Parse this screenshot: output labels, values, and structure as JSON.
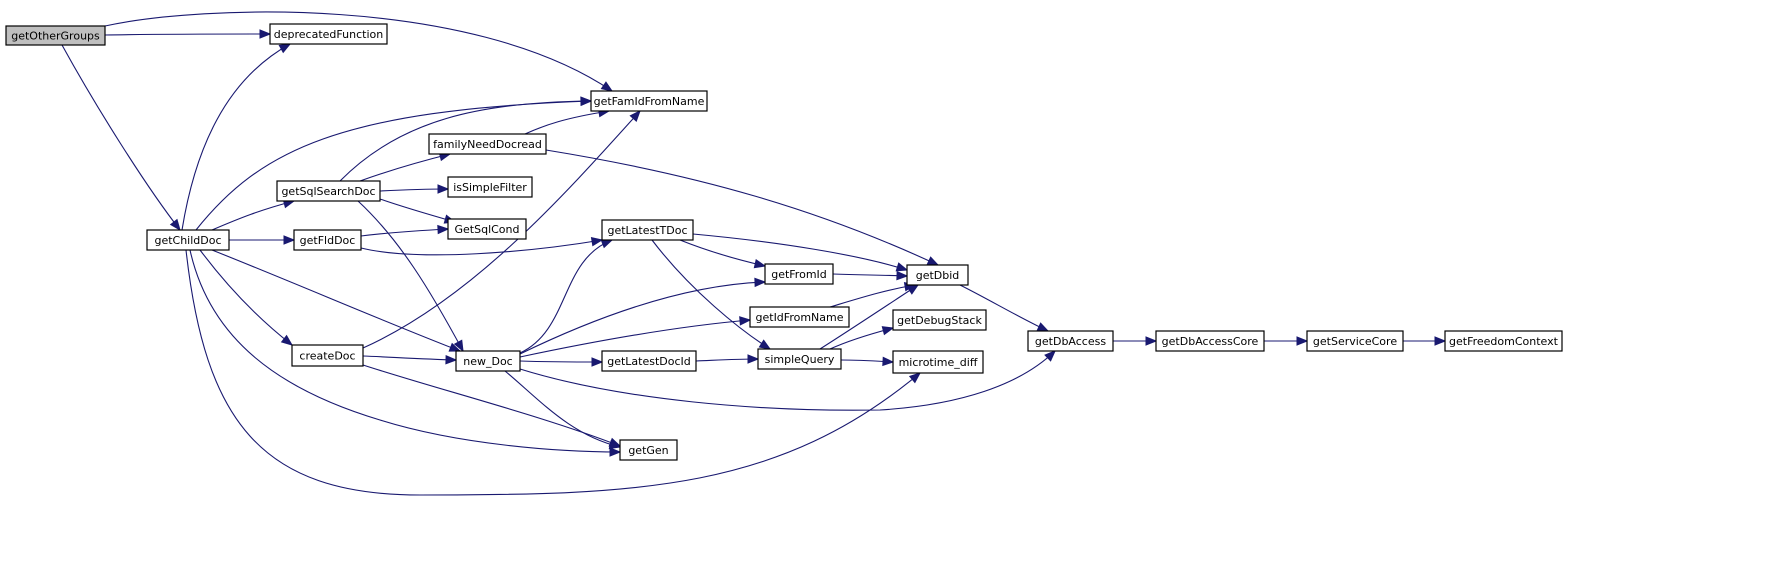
{
  "graph": {
    "edge_color": "#191970",
    "root_fill": "#bfbfbf",
    "nodes": [
      {
        "id": "getOtherGroups",
        "label": "getOtherGroups",
        "root": true
      },
      {
        "id": "deprecatedFunction",
        "label": "deprecatedFunction"
      },
      {
        "id": "getFamIdFromName",
        "label": "getFamIdFromName"
      },
      {
        "id": "familyNeedDocread",
        "label": "familyNeedDocread"
      },
      {
        "id": "getSqlSearchDoc",
        "label": "getSqlSearchDoc"
      },
      {
        "id": "isSimpleFilter",
        "label": "isSimpleFilter"
      },
      {
        "id": "getChildDoc",
        "label": "getChildDoc"
      },
      {
        "id": "getFldDoc",
        "label": "getFldDoc"
      },
      {
        "id": "GetSqlCond",
        "label": "GetSqlCond"
      },
      {
        "id": "getLatestTDoc",
        "label": "getLatestTDoc"
      },
      {
        "id": "getFromId",
        "label": "getFromId"
      },
      {
        "id": "getDbid",
        "label": "getDbid"
      },
      {
        "id": "getIdFromName",
        "label": "getIdFromName"
      },
      {
        "id": "getDebugStack",
        "label": "getDebugStack"
      },
      {
        "id": "createDoc",
        "label": "createDoc"
      },
      {
        "id": "new_Doc",
        "label": "new_Doc"
      },
      {
        "id": "getLatestDocId",
        "label": "getLatestDocId"
      },
      {
        "id": "simpleQuery",
        "label": "simpleQuery"
      },
      {
        "id": "microtime_diff",
        "label": "microtime_diff"
      },
      {
        "id": "getDbAccess",
        "label": "getDbAccess"
      },
      {
        "id": "getDbAccessCore",
        "label": "getDbAccessCore"
      },
      {
        "id": "getServiceCore",
        "label": "getServiceCore"
      },
      {
        "id": "getFreedomContext",
        "label": "getFreedomContext"
      },
      {
        "id": "getGen",
        "label": "getGen"
      }
    ],
    "edges": [
      {
        "from": "getOtherGroups",
        "to": "getFamIdFromName"
      },
      {
        "from": "getOtherGroups",
        "to": "deprecatedFunction"
      },
      {
        "from": "getOtherGroups",
        "to": "getChildDoc"
      },
      {
        "from": "getChildDoc",
        "to": "deprecatedFunction"
      },
      {
        "from": "getChildDoc",
        "to": "getFamIdFromName"
      },
      {
        "from": "getChildDoc",
        "to": "getSqlSearchDoc"
      },
      {
        "from": "getChildDoc",
        "to": "getFldDoc"
      },
      {
        "from": "getChildDoc",
        "to": "createDoc"
      },
      {
        "from": "getChildDoc",
        "to": "new_Doc"
      },
      {
        "from": "getChildDoc",
        "to": "getGen"
      },
      {
        "from": "getChildDoc",
        "to": "microtime_diff"
      },
      {
        "from": "getSqlSearchDoc",
        "to": "getFamIdFromName"
      },
      {
        "from": "getSqlSearchDoc",
        "to": "familyNeedDocread"
      },
      {
        "from": "getSqlSearchDoc",
        "to": "isSimpleFilter"
      },
      {
        "from": "getSqlSearchDoc",
        "to": "GetSqlCond"
      },
      {
        "from": "getSqlSearchDoc",
        "to": "new_Doc"
      },
      {
        "from": "familyNeedDocread",
        "to": "getFamIdFromName"
      },
      {
        "from": "familyNeedDocread",
        "to": "getDbid"
      },
      {
        "from": "getFldDoc",
        "to": "GetSqlCond"
      },
      {
        "from": "getFldDoc",
        "to": "getLatestTDoc"
      },
      {
        "from": "createDoc",
        "to": "getFamIdFromName"
      },
      {
        "from": "createDoc",
        "to": "new_Doc"
      },
      {
        "from": "createDoc",
        "to": "getGen"
      },
      {
        "from": "new_Doc",
        "to": "getLatestTDoc"
      },
      {
        "from": "new_Doc",
        "to": "getFromId"
      },
      {
        "from": "new_Doc",
        "to": "getIdFromName"
      },
      {
        "from": "new_Doc",
        "to": "getLatestDocId"
      },
      {
        "from": "new_Doc",
        "to": "getGen"
      },
      {
        "from": "new_Doc",
        "to": "getDbAccess"
      },
      {
        "from": "getLatestTDoc",
        "to": "getFromId"
      },
      {
        "from": "getLatestTDoc",
        "to": "getDbid"
      },
      {
        "from": "getLatestTDoc",
        "to": "simpleQuery"
      },
      {
        "from": "getFromId",
        "to": "getDbid"
      },
      {
        "from": "getIdFromName",
        "to": "getDbid"
      },
      {
        "from": "getLatestDocId",
        "to": "simpleQuery"
      },
      {
        "from": "simpleQuery",
        "to": "getDbid"
      },
      {
        "from": "simpleQuery",
        "to": "getDebugStack"
      },
      {
        "from": "simpleQuery",
        "to": "microtime_diff"
      },
      {
        "from": "getDbid",
        "to": "getDbAccess"
      },
      {
        "from": "getDbAccess",
        "to": "getDbAccessCore"
      },
      {
        "from": "getDbAccessCore",
        "to": "getServiceCore"
      },
      {
        "from": "getServiceCore",
        "to": "getFreedomContext"
      }
    ]
  }
}
